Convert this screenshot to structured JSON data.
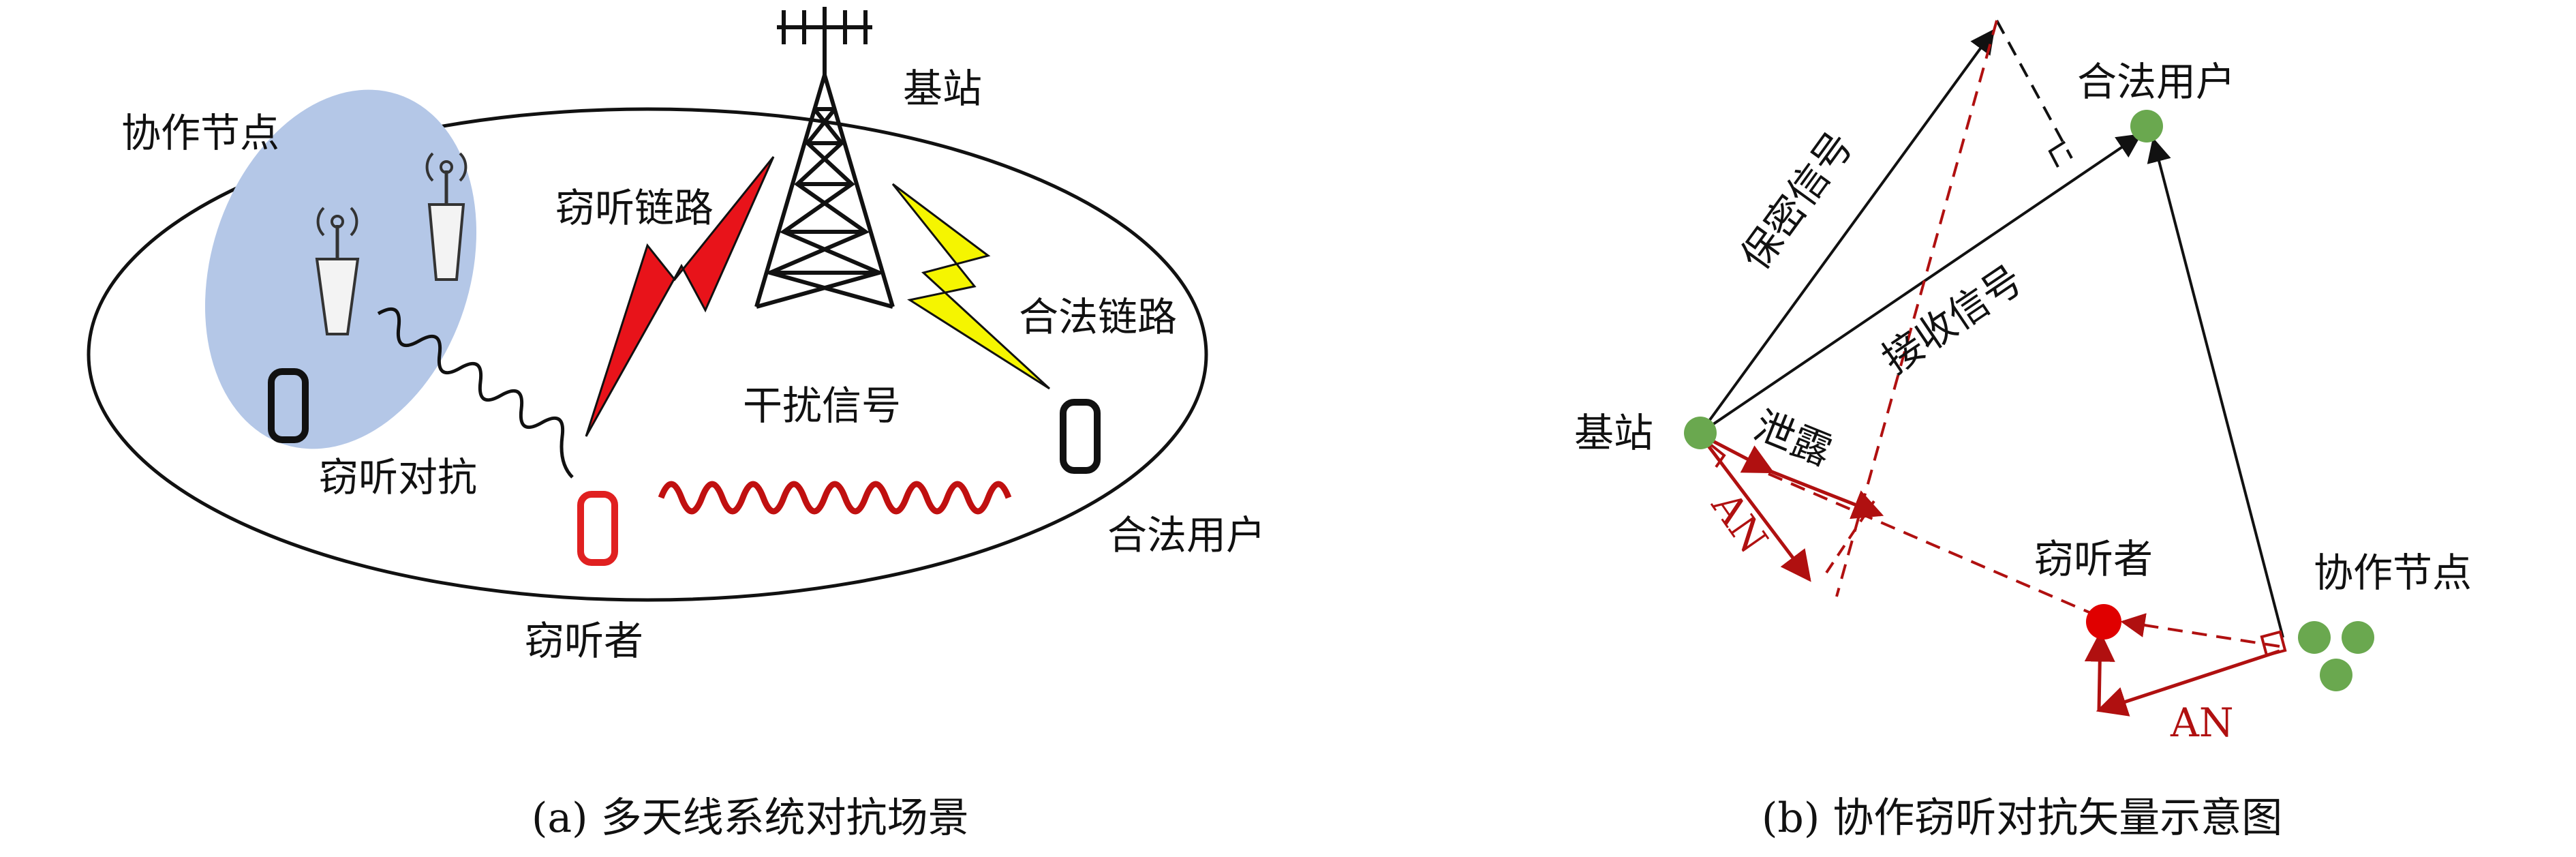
{
  "panel_a": {
    "caption": "(a) 多天线系统对抗场景",
    "labels": {
      "cooperative_nodes": "协作节点",
      "base_station": "基站",
      "eavesdrop_link": "窃听链路",
      "legal_link": "合法链路",
      "interference_signal": "干扰信号",
      "eavesdrop_countermeasure": "窃听对抗",
      "legal_user": "合法用户",
      "eavesdropper": "窃听者"
    },
    "colors": {
      "coop_region": "#b4c7e7",
      "eavesdrop_bolt": "#e8131a",
      "legal_bolt": "#f5f500",
      "interference_wave": "#c01010"
    }
  },
  "panel_b": {
    "caption": "(b) 协作窃听对抗矢量示意图",
    "labels": {
      "secure_signal": "保密信号",
      "legal_user": "合法用户",
      "received_signal": "接收信号",
      "base_station": "基站",
      "leakage": "泄露",
      "an_left": "AN",
      "eavesdropper": "窃听者",
      "cooperative_nodes": "协作节点",
      "an_bottom": "AN"
    },
    "colors": {
      "node_green": "#6aa84f",
      "eavesdropper_red": "#e00000",
      "vector_red": "#b01010"
    }
  }
}
